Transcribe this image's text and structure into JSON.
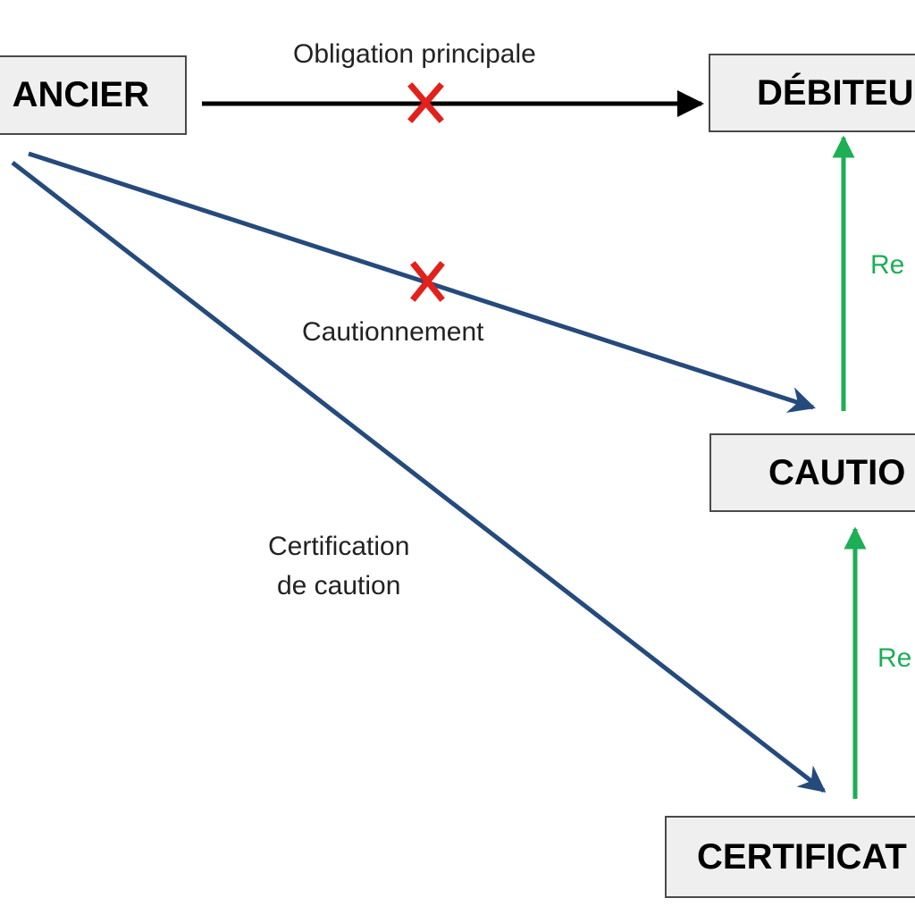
{
  "nodes": {
    "creancier": "ANCIER",
    "debiteur": "DÉBITEU",
    "caution": "CAUTIO",
    "certificateur": "CERTIFICAT"
  },
  "edges": {
    "obligation": "Obligation principale",
    "cautionnement": "Cautionnement",
    "certification_line1": "Certification",
    "certification_line2": "de caution",
    "recours_1": "Re",
    "recours_2": "Re"
  },
  "colors": {
    "black_arrow": "#000000",
    "navy_arrow": "#254a7c",
    "green_arrow": "#1dae56",
    "cross": "#e3201b",
    "box_fill": "#efefef",
    "box_border": "#4a4a4a"
  },
  "crosses": [
    "x-mark-icon",
    "x-mark-icon"
  ]
}
